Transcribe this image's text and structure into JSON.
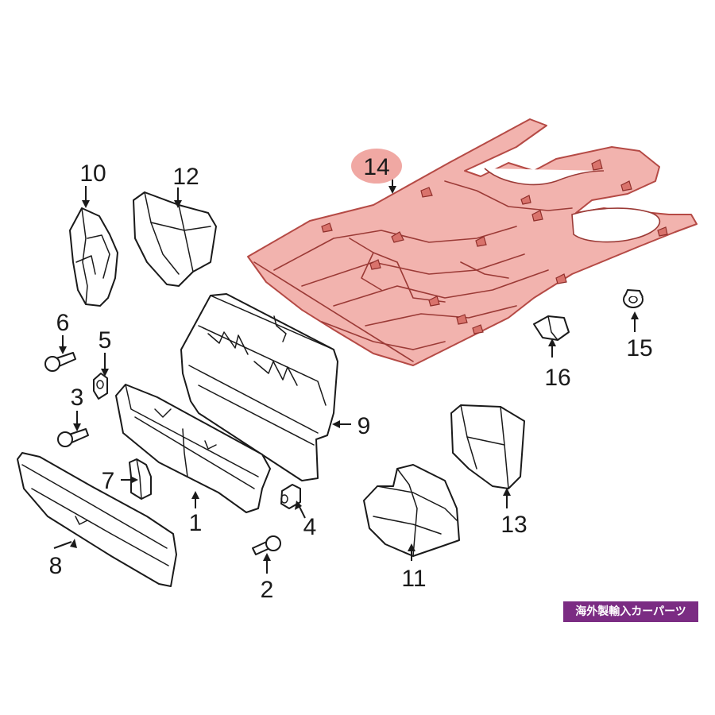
{
  "diagram": {
    "highlight_color": "#f2b3ae",
    "highlighted_part": "14",
    "callouts": {
      "p1": "1",
      "p2": "2",
      "p3": "3",
      "p4": "4",
      "p5": "5",
      "p6": "6",
      "p7": "7",
      "p8": "8",
      "p9": "9",
      "p10": "10",
      "p11": "11",
      "p12": "12",
      "p13": "13",
      "p14": "14",
      "p15": "15",
      "p16": "16"
    }
  },
  "badge": {
    "text": "海外製輸入カーパーツ",
    "color": "#7b2c83"
  }
}
